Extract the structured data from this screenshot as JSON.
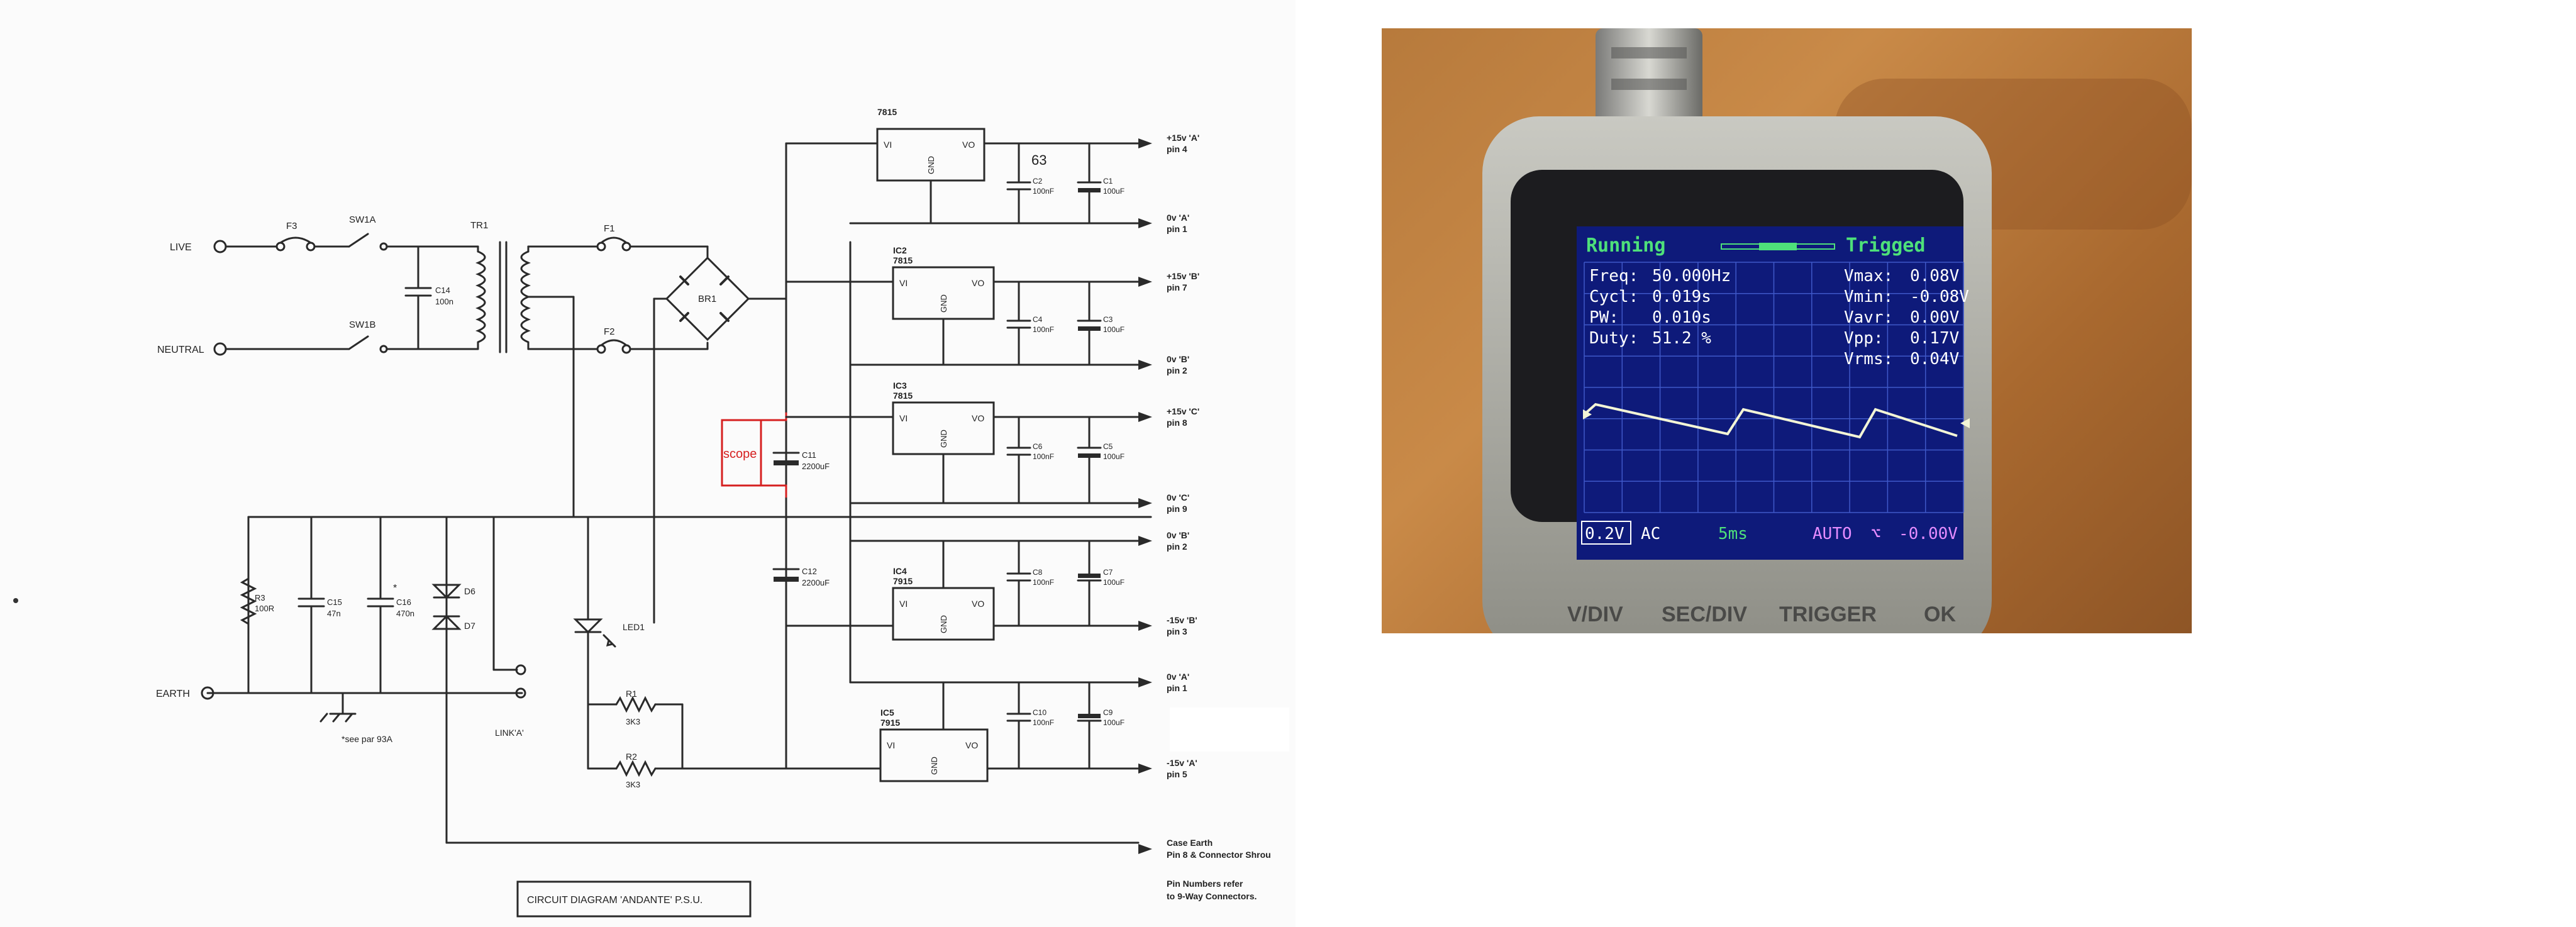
{
  "schematic": {
    "title": "CIRCUIT DIAGRAM 'ANDANTE' P.S.U.",
    "inputs": {
      "live": "LIVE",
      "neutral": "NEUTRAL",
      "earth": "EARTH"
    },
    "components": {
      "f3": "F3",
      "sw1a": "SW1A",
      "sw1b": "SW1B",
      "tr1": "TR1",
      "c14": "C14",
      "c14_val": "100n",
      "f1": "F1",
      "f2": "F2",
      "br1": "BR1",
      "scope_note": "scope",
      "c11": "C11",
      "c11_val": "2200uF",
      "c12": "C12",
      "c12_val": "2200uF",
      "r3": "R3",
      "r3_val": "100R",
      "c15": "C15",
      "c15_val": "47n",
      "c16": "C16",
      "c16_val": "470n",
      "c16_mark": "*",
      "d6": "D6",
      "d7": "D7",
      "led1": "LED1",
      "r1": "R1",
      "r1_val": "3K3",
      "r2": "R2",
      "r2_val": "3K3",
      "link_a": "LINK'A'",
      "see_par": "*see par 93A",
      "annot_63": "63"
    },
    "reg_pins": {
      "vi": "VI",
      "vo": "VO",
      "gnd": "GND"
    },
    "regulators": [
      {
        "name": "7815",
        "part": "",
        "cap_small": "C2",
        "cap_small_val": "100nF",
        "cap_big": "C1",
        "cap_big_val": "100uF"
      },
      {
        "name": "IC2",
        "part": "7815",
        "cap_small": "C4",
        "cap_small_val": "100nF",
        "cap_big": "C3",
        "cap_big_val": "100uF"
      },
      {
        "name": "IC3",
        "part": "7815",
        "cap_small": "C6",
        "cap_small_val": "100nF",
        "cap_big": "C5",
        "cap_big_val": "100uF"
      },
      {
        "name": "IC4",
        "part": "7915",
        "cap_small": "C8",
        "cap_small_val": "100nF",
        "cap_big": "C7",
        "cap_big_val": "100uF"
      },
      {
        "name": "IC5",
        "part": "7915",
        "cap_small": "C10",
        "cap_small_val": "100nF",
        "cap_big": "C9",
        "cap_big_val": "100uF"
      }
    ],
    "outputs": [
      {
        "label": "+15v 'A'",
        "pin": "pin 4"
      },
      {
        "label": "0v 'A'",
        "pin": "pin 1"
      },
      {
        "label": "+15v 'B'",
        "pin": "pin 7"
      },
      {
        "label": "0v 'B'",
        "pin": "pin 2"
      },
      {
        "label": "+15v 'C'",
        "pin": "pin 8"
      },
      {
        "label": "0v 'C'",
        "pin": "pin 9"
      },
      {
        "label": "0v 'B'",
        "pin": "pin 2"
      },
      {
        "label": "-15v 'B'",
        "pin": "pin 3"
      },
      {
        "label": "0v 'A'",
        "pin": "pin 1"
      },
      {
        "label": "-15v 'A'",
        "pin": "pin 5"
      }
    ],
    "case_earth": {
      "line1": "Case Earth",
      "line2": "Pin 8 & Connector Shrou"
    },
    "pin_note": {
      "line1": "Pin Numbers refer",
      "line2": "to 9-Way Connectors."
    }
  },
  "oscilloscope": {
    "status": "Running",
    "trigger_status": "Trigged",
    "left_stats": [
      {
        "label": "Freq:",
        "value": "50.000Hz"
      },
      {
        "label": "Cycl:",
        "value": "0.019s"
      },
      {
        "label": "PW:",
        "value": "0.010s"
      },
      {
        "label": "Duty:",
        "value": "51.2 %"
      }
    ],
    "right_stats": [
      {
        "label": "Vmax:",
        "value": "0.08V"
      },
      {
        "label": "Vmin:",
        "value": "-0.08V"
      },
      {
        "label": "Vavr:",
        "value": "0.00V"
      },
      {
        "label": "Vpp:",
        "value": "0.17V"
      },
      {
        "label": "Vrms:",
        "value": "0.04V"
      }
    ],
    "bottom_bar": {
      "vdiv": "0.2V",
      "coupling": "AC",
      "timebase": "5ms",
      "trigger_mode": "AUTO",
      "trigger_edge": "⌥",
      "trigger_level": "-0.00V"
    },
    "buttons": [
      "V/DIV",
      "SEC/DIV",
      "TRIGGER",
      "OK"
    ],
    "colors": {
      "screen": "#0e1a7a",
      "grid": "#3f58c8",
      "trace": "#f3f5d6",
      "status_green": "#4ee07a",
      "text_white": "#ffffff",
      "trigger_magenta": "#e58cff"
    }
  }
}
